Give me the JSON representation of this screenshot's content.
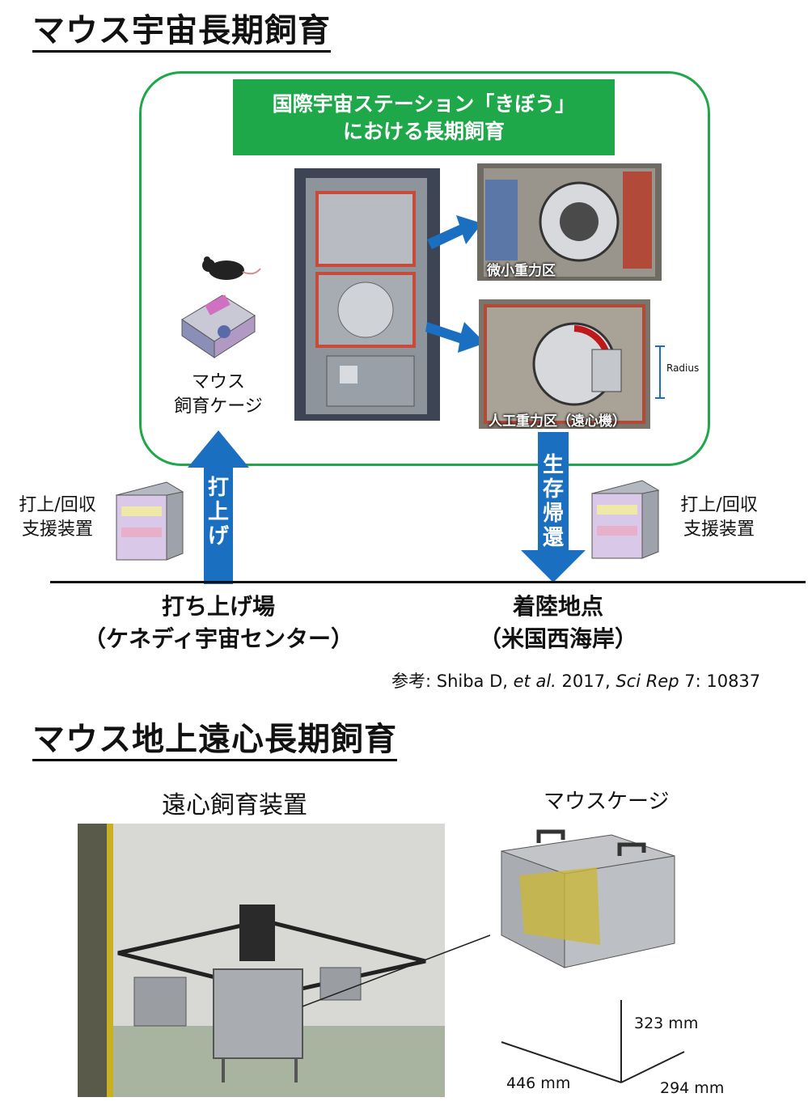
{
  "section1": {
    "title": "マウス宇宙長期飼育",
    "green_box_line1": "国際宇宙ステーション「きぼう」",
    "green_box_line2": "における長期飼育",
    "cage_label_line1": "マウス",
    "cage_label_line2": "飼育ケージ",
    "photo_top_caption": "微小重力区",
    "photo_bottom_caption": "人工重力区（遠心機）",
    "radius_label": "Radius",
    "arrow_up_label": [
      "打",
      "上",
      "げ"
    ],
    "arrow_down_label": [
      "生",
      "存",
      "帰",
      "還"
    ],
    "left_device_label_line1": "打上/回収",
    "left_device_label_line2": "支援装置",
    "right_device_label_line1": "打上/回収",
    "right_device_label_line2": "支援装置",
    "launch_site_line1": "打ち上げ場",
    "launch_site_line2": "（ケネディ宇宙センター）",
    "landing_site_line1": "着陸地点",
    "landing_site_line2": "（米国西海岸）",
    "reference_prefix": "参考: Shiba D, ",
    "reference_etal": "et al.",
    "reference_mid": " 2017, ",
    "reference_journal": "Sci Rep",
    "reference_suffix": " 7: 10837"
  },
  "section2": {
    "title": "マウス地上遠心長期飼育",
    "device_label": "遠心飼育装置",
    "cage_label": "マウスケージ",
    "dim_height": "323 mm",
    "dim_length": "446 mm",
    "dim_width": "294 mm"
  },
  "colors": {
    "green": "#1ea84a",
    "arrow_blue": "#1a6fc0",
    "cage_yellow": "#c9b83a"
  }
}
